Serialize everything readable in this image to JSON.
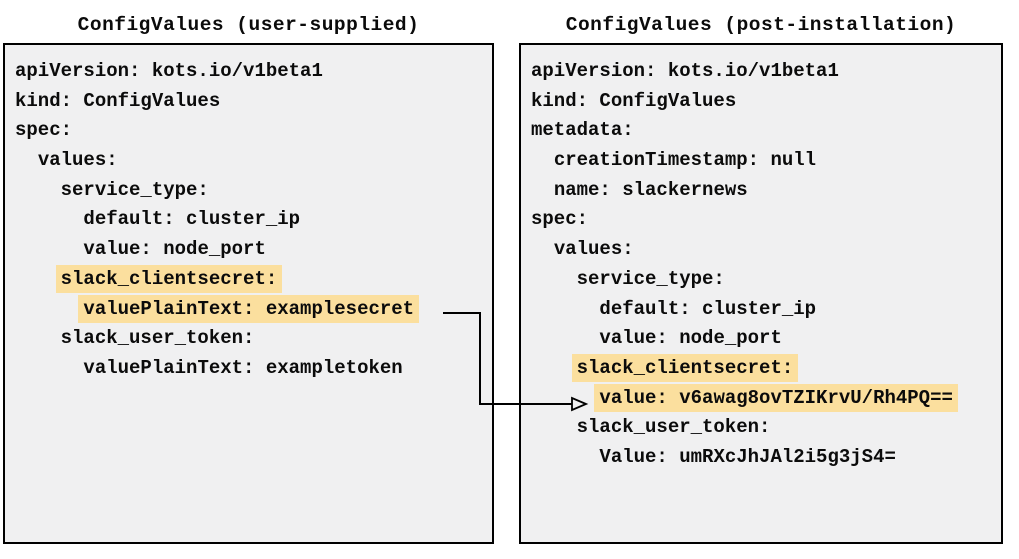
{
  "colors": {
    "page_bg": "#ffffff",
    "box_bg": "#f0f0f1",
    "box_border": "#000000",
    "text": "#0b0b0b",
    "highlight": "#fbdf9e",
    "arrow": "#000000"
  },
  "panels": [
    {
      "title": "ConfigValues (user-supplied)",
      "lines": [
        {
          "indent": "",
          "text": "apiVersion: kots.io/v1beta1",
          "highlighted": false
        },
        {
          "indent": "",
          "text": "kind: ConfigValues",
          "highlighted": false
        },
        {
          "indent": "",
          "text": "spec:",
          "highlighted": false
        },
        {
          "indent": "  ",
          "text": "values:",
          "highlighted": false
        },
        {
          "indent": "    ",
          "text": "service_type:",
          "highlighted": false
        },
        {
          "indent": "      ",
          "text": "default: cluster_ip",
          "highlighted": false
        },
        {
          "indent": "      ",
          "text": "value: node_port",
          "highlighted": false
        },
        {
          "indent": "    ",
          "text": "slack_clientsecret:",
          "highlighted": true
        },
        {
          "indent": "      ",
          "text": "valuePlainText: examplesecret",
          "highlighted": true
        },
        {
          "indent": "    ",
          "text": "slack_user_token:",
          "highlighted": false
        },
        {
          "indent": "      ",
          "text": "valuePlainText: exampletoken",
          "highlighted": false
        }
      ]
    },
    {
      "title": "ConfigValues (post-installation)",
      "lines": [
        {
          "indent": "",
          "text": "apiVersion: kots.io/v1beta1",
          "highlighted": false
        },
        {
          "indent": "",
          "text": "kind: ConfigValues",
          "highlighted": false
        },
        {
          "indent": "",
          "text": "metadata:",
          "highlighted": false
        },
        {
          "indent": "  ",
          "text": "creationTimestamp: null",
          "highlighted": false
        },
        {
          "indent": "  ",
          "text": "name: slackernews",
          "highlighted": false
        },
        {
          "indent": "",
          "text": "spec:",
          "highlighted": false
        },
        {
          "indent": "  ",
          "text": "values:",
          "highlighted": false
        },
        {
          "indent": "    ",
          "text": "service_type:",
          "highlighted": false
        },
        {
          "indent": "      ",
          "text": "default: cluster_ip",
          "highlighted": false
        },
        {
          "indent": "      ",
          "text": "value: node_port",
          "highlighted": false
        },
        {
          "indent": "    ",
          "text": "slack_clientsecret:",
          "highlighted": true
        },
        {
          "indent": "      ",
          "text": "value: v6awag8ovTZIKrvU/Rh4PQ==",
          "highlighted": true
        },
        {
          "indent": "    ",
          "text": "slack_user_token:",
          "highlighted": false
        },
        {
          "indent": "      ",
          "text": "Value: umRXcJhJAl2i5g3jS4=",
          "highlighted": false
        }
      ]
    }
  ]
}
